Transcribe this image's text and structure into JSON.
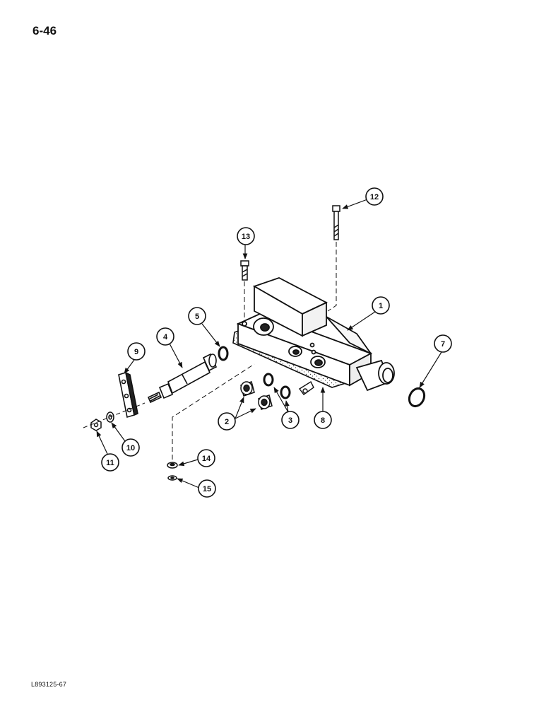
{
  "page": {
    "page_number": "6-46",
    "figure_id": "L893125-67"
  },
  "callouts": [
    {
      "id": "1",
      "label": "1"
    },
    {
      "id": "2",
      "label": "2"
    },
    {
      "id": "3",
      "label": "3"
    },
    {
      "id": "4",
      "label": "4"
    },
    {
      "id": "5",
      "label": "5"
    },
    {
      "id": "7",
      "label": "7"
    },
    {
      "id": "8",
      "label": "8"
    },
    {
      "id": "9",
      "label": "9"
    },
    {
      "id": "10",
      "label": "10"
    },
    {
      "id": "11",
      "label": "11"
    },
    {
      "id": "12",
      "label": "12"
    },
    {
      "id": "13",
      "label": "13"
    },
    {
      "id": "14",
      "label": "14"
    },
    {
      "id": "15",
      "label": "15"
    }
  ]
}
